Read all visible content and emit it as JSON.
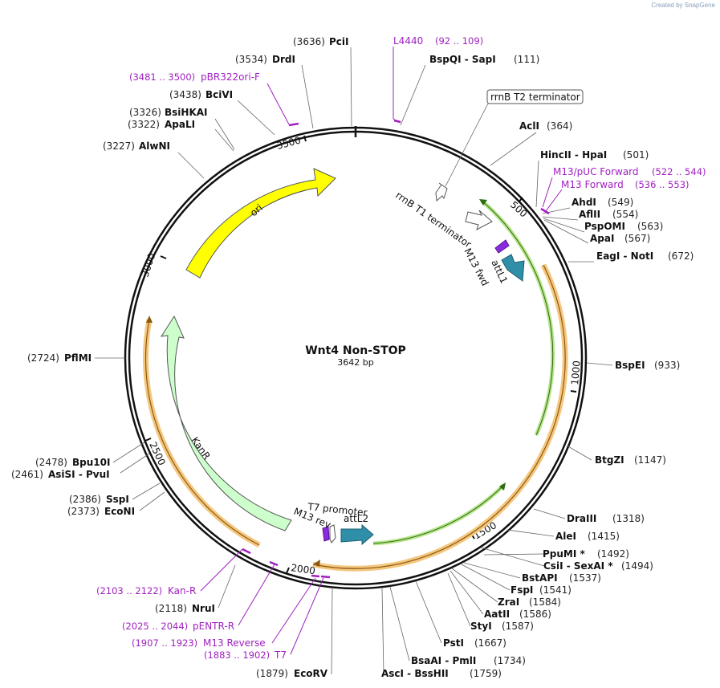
{
  "header": {
    "credit": "Created by SnapGene"
  },
  "plasmid": {
    "name": "Wnt4 Non-STOP",
    "size_label": "3642 bp"
  },
  "ticks": [
    "500",
    "1000",
    "1500",
    "2000",
    "2500",
    "3000",
    "3500"
  ],
  "enzymes": [
    {
      "pos": "(3636)",
      "name": "PciI"
    },
    {
      "pos": "(3534)",
      "name": "DrdI"
    },
    {
      "pos": "(3438)",
      "name": "BciVI"
    },
    {
      "pos": "(3326)",
      "name": "BsiHKAI"
    },
    {
      "pos": "(3322)",
      "name": "ApaLI"
    },
    {
      "pos": "(3227)",
      "name": "AlwNI"
    },
    {
      "pos": "(111)",
      "name": "BspQI - SapI"
    },
    {
      "pos": "(364)",
      "name": "AclI"
    },
    {
      "pos": "(501)",
      "name": "HincII - HpaI"
    },
    {
      "pos": "(549)",
      "name": "AhdI"
    },
    {
      "pos": "(554)",
      "name": "AflII"
    },
    {
      "pos": "(563)",
      "name": "PspOMI"
    },
    {
      "pos": "(567)",
      "name": "ApaI"
    },
    {
      "pos": "(672)",
      "name": "EagI - NotI"
    },
    {
      "pos": "(933)",
      "name": "BspEI"
    },
    {
      "pos": "(1147)",
      "name": "BtgZI"
    },
    {
      "pos": "(1318)",
      "name": "DraIII"
    },
    {
      "pos": "(1415)",
      "name": "AleI"
    },
    {
      "pos": "(1492)",
      "name": "PpuMI *"
    },
    {
      "pos": "(1494)",
      "name": "CsiI - SexAI *"
    },
    {
      "pos": "(1537)",
      "name": "BstAPI"
    },
    {
      "pos": "(1541)",
      "name": "FspI"
    },
    {
      "pos": "(1584)",
      "name": "ZraI"
    },
    {
      "pos": "(1586)",
      "name": "AatII"
    },
    {
      "pos": "(1587)",
      "name": "StyI"
    },
    {
      "pos": "(1667)",
      "name": "PstI"
    },
    {
      "pos": "(1734)",
      "name": "BsaAI - PmlI"
    },
    {
      "pos": "(1759)",
      "name": "AscI - BssHII"
    },
    {
      "pos": "(1879)",
      "name": "EcoRV"
    },
    {
      "pos": "(2118)",
      "name": "NruI"
    },
    {
      "pos": "(2373)",
      "name": "EcoNI"
    },
    {
      "pos": "(2386)",
      "name": "SspI"
    },
    {
      "pos": "(2461)",
      "name": "AsiSI - PvuI"
    },
    {
      "pos": "(2478)",
      "name": "Bpu10I"
    },
    {
      "pos": "(2724)",
      "name": "PflMI"
    }
  ],
  "primers": [
    {
      "name": "L4440",
      "range": "(92 .. 109)"
    },
    {
      "name": "pBR322ori-F",
      "range": "(3481 .. 3500)"
    },
    {
      "name": "M13/pUC Forward",
      "range": "(522 .. 544)"
    },
    {
      "name": "M13 Forward",
      "range": "(536 .. 553)"
    },
    {
      "name": "Kan-R",
      "range": "(2103 .. 2122)"
    },
    {
      "name": "pENTR-R",
      "range": "(2025 .. 2044)"
    },
    {
      "name": "M13 Reverse",
      "range": "(1907 .. 1923)"
    },
    {
      "name": "T7",
      "range": "(1883 .. 1902)"
    }
  ],
  "features": {
    "ori": "ori",
    "kanr": "KanR",
    "rrnb_t2": "rrnB T2 terminator",
    "rrnb_t1": "rrnB T1 terminator",
    "m13fwd": "M13 fwd",
    "attl1": "attL1",
    "t7prom": "T7 promoter",
    "m13rev": "M13 rev",
    "attl2": "attL2"
  },
  "colors": {
    "ori": "#ffff00",
    "kanr": "#ccffcc",
    "attl": "#2f8ea8",
    "primer": "#a020c0",
    "orange_band": "#f5c77e",
    "green_arc": "#b8e58c"
  }
}
